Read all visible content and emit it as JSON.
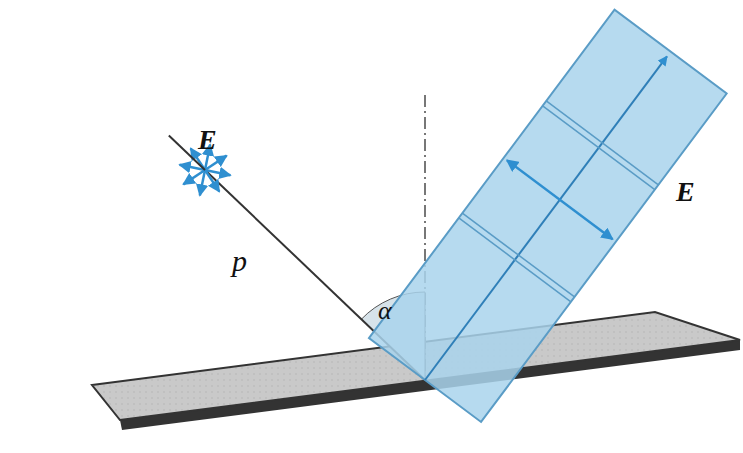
{
  "diagram": {
    "labels": [
      "E",
      "p",
      "α",
      "E"
    ]
  }
}
